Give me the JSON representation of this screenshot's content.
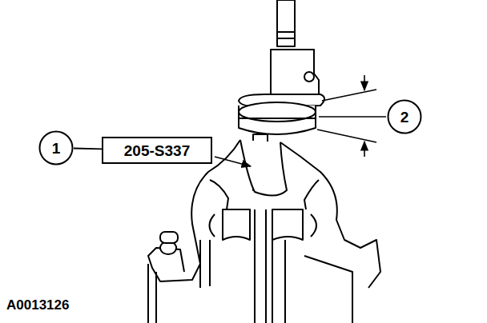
{
  "diagram": {
    "nodes": [
      {
        "text": [
          "1"
        ]
      },
      {
        "text": [
          "205-S337"
        ]
      },
      {
        "text": [
          "2"
        ]
      }
    ],
    "edges": [
      {
        "from": 0,
        "to": 1,
        "arrow": "none"
      }
    ],
    "labels": [
      "A0013126"
    ]
  }
}
